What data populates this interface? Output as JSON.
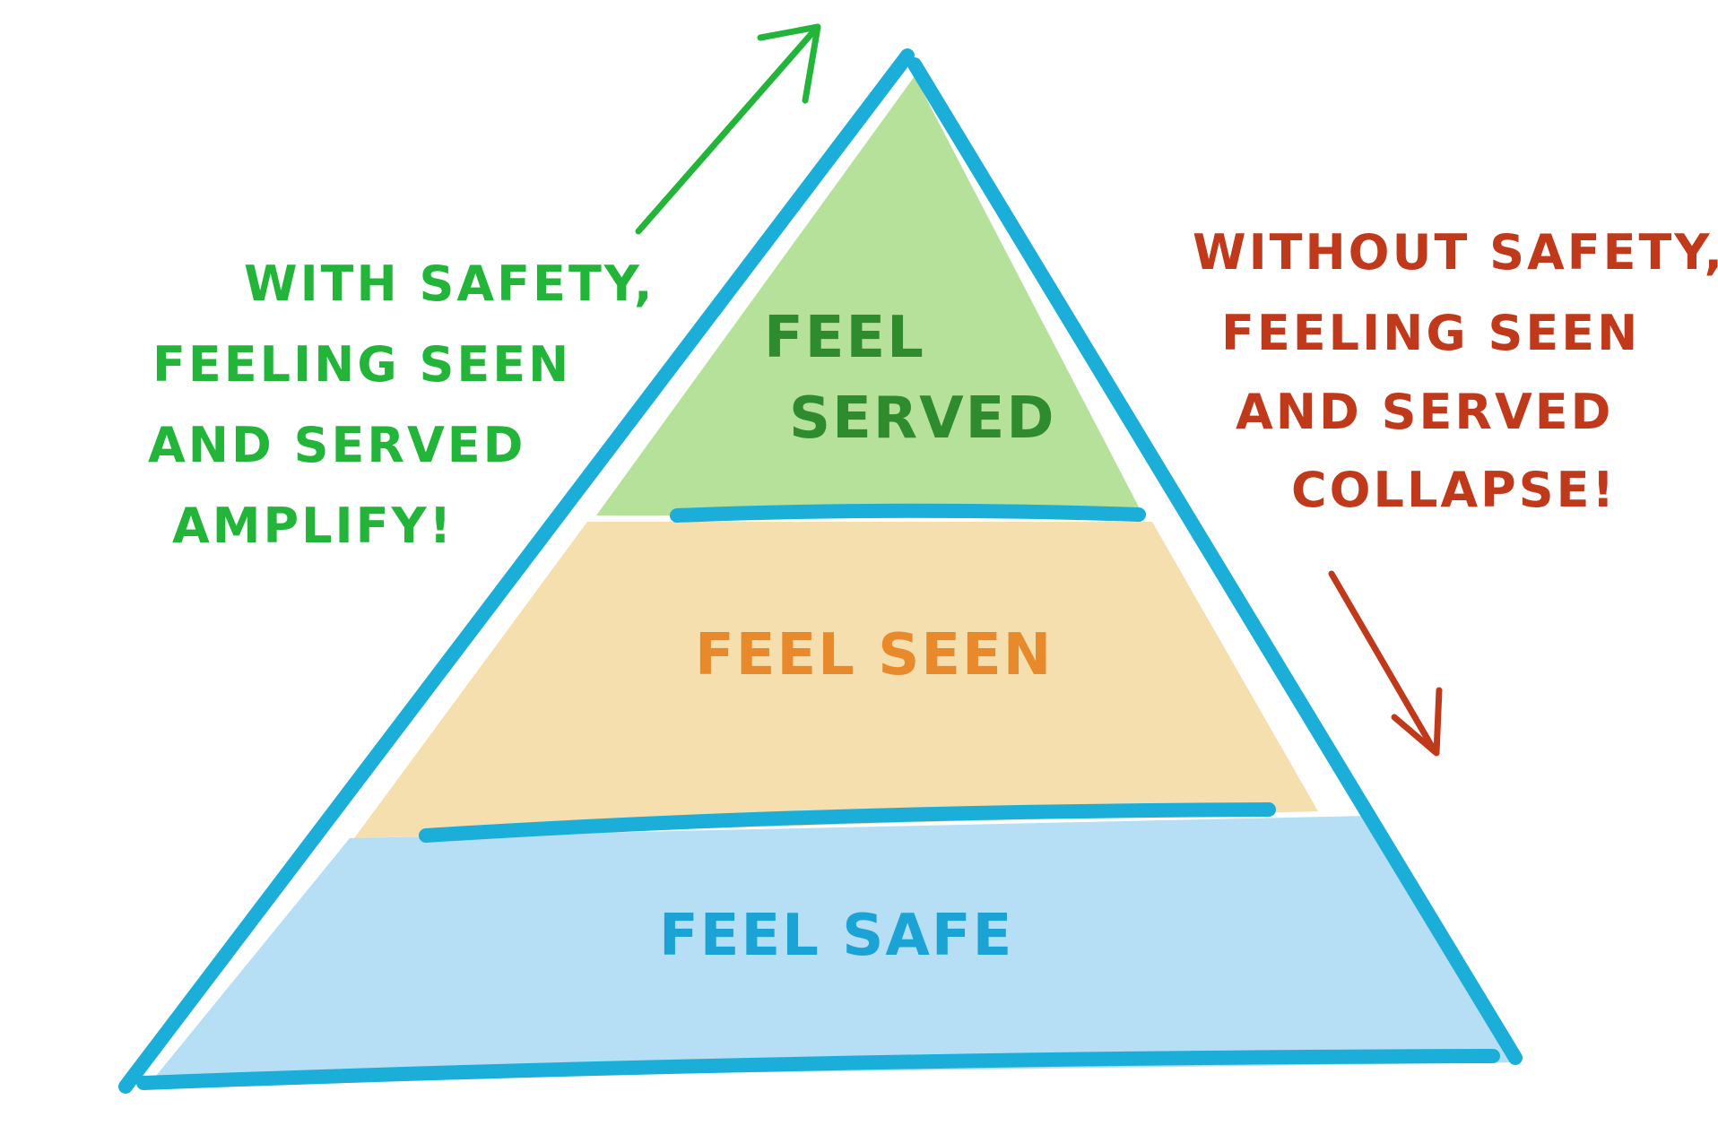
{
  "colors": {
    "outline": "#1aaed8",
    "served_fill": "#a8dc8a",
    "seen_fill": "#f3d9a0",
    "safe_fill": "#a9d8f2",
    "served_text": "#2e8b2e",
    "seen_text": "#e8892b",
    "safe_text": "#1aa3d4",
    "amplify_text": "#22b53a",
    "collapse_text": "#c0391b"
  },
  "pyramid": {
    "served_label": [
      "FEEL",
      "SERVED"
    ],
    "seen_label": "FEEL SEEN",
    "safe_label": "FEEL SAFE"
  },
  "notes": {
    "amplify": [
      "WITH SAFETY,",
      "FEELING SEEN",
      "AND SERVED",
      "AMPLIFY!"
    ],
    "collapse": [
      "WITHOUT SAFETY,",
      "FEELING SEEN",
      "AND SERVED",
      "COLLAPSE!"
    ]
  },
  "icons": {
    "up_arrow": "arrow-up-right-icon",
    "down_arrow": "arrow-down-right-icon"
  }
}
